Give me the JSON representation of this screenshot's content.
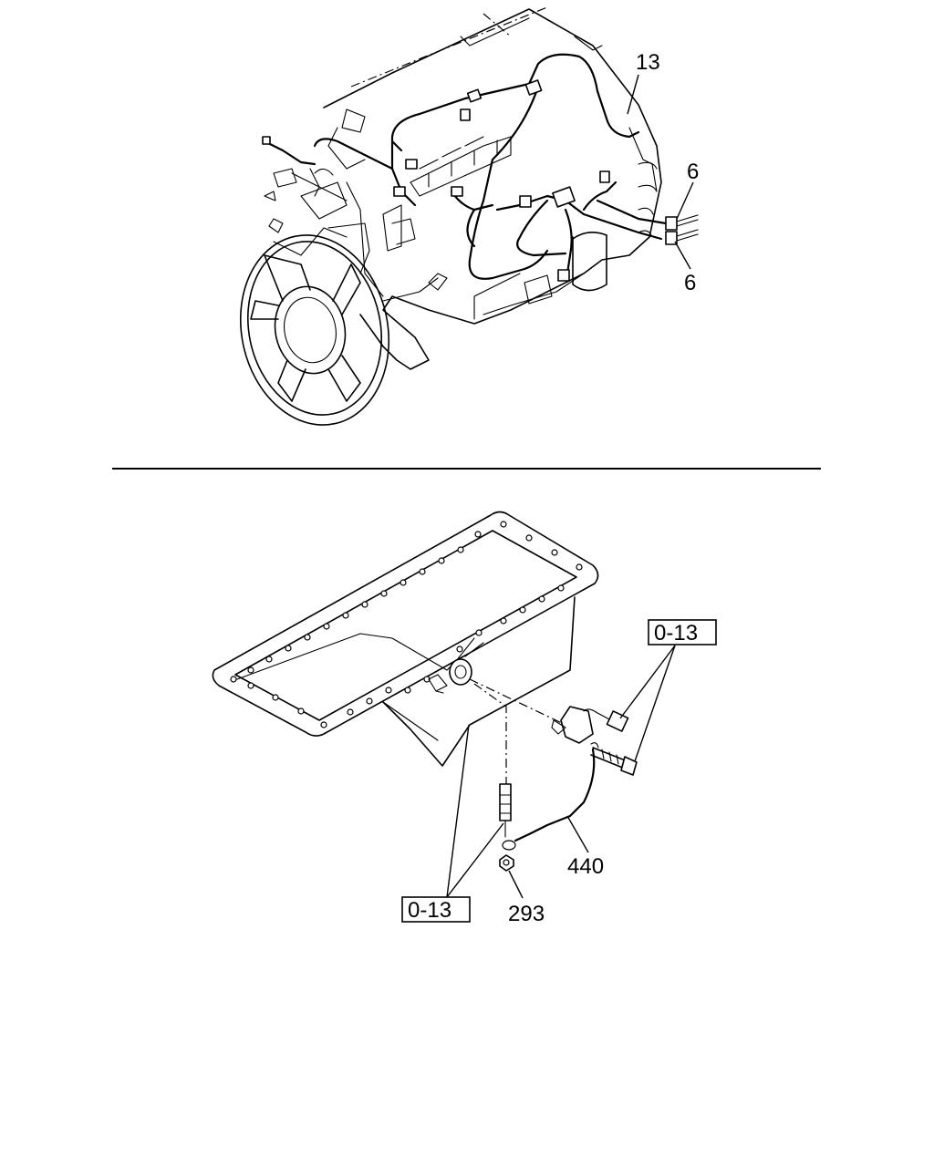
{
  "callouts": {
    "harness": "13",
    "connector_upper": "6",
    "connector_lower": "6",
    "wire": "440",
    "nut": "293",
    "ref_right": "0-13",
    "ref_left": "0-13"
  }
}
